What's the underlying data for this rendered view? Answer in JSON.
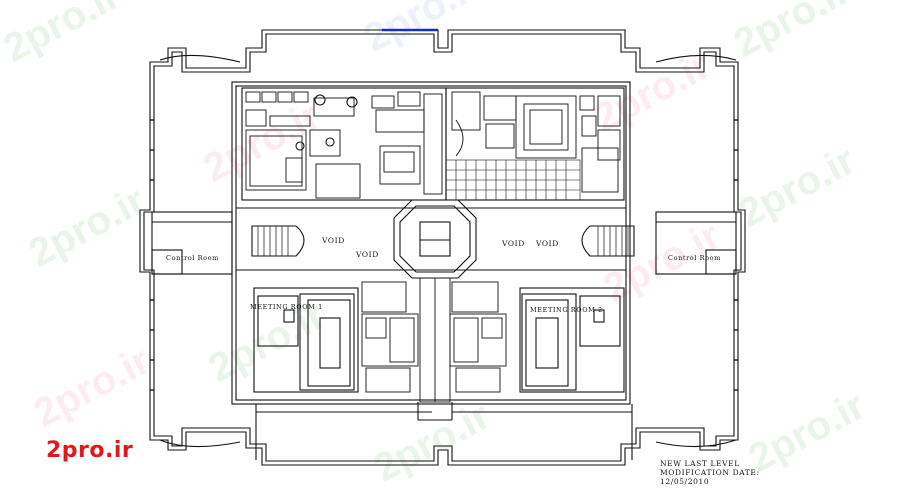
{
  "watermark": {
    "text": "2pro.ir"
  },
  "brand": {
    "text": "2pro.ir",
    "color": "#e01818"
  },
  "labels": {
    "void_1": "VOID",
    "void_2": "VOID",
    "void_3": "VOID",
    "void_4": "VOID",
    "control_room_left": "Control Room",
    "control_room_right": "Control Room",
    "meeting_room_1": "MEETING ROOM 1",
    "meeting_room_2": "MEETING ROOM 2"
  },
  "title_block": {
    "line1": "NEW LAST LEVEL",
    "line2": "MODIFICATION DATE:",
    "line3": "12/05/2010"
  },
  "colors": {
    "linework": "#111111",
    "accent_blue": "#1a2fbf"
  }
}
